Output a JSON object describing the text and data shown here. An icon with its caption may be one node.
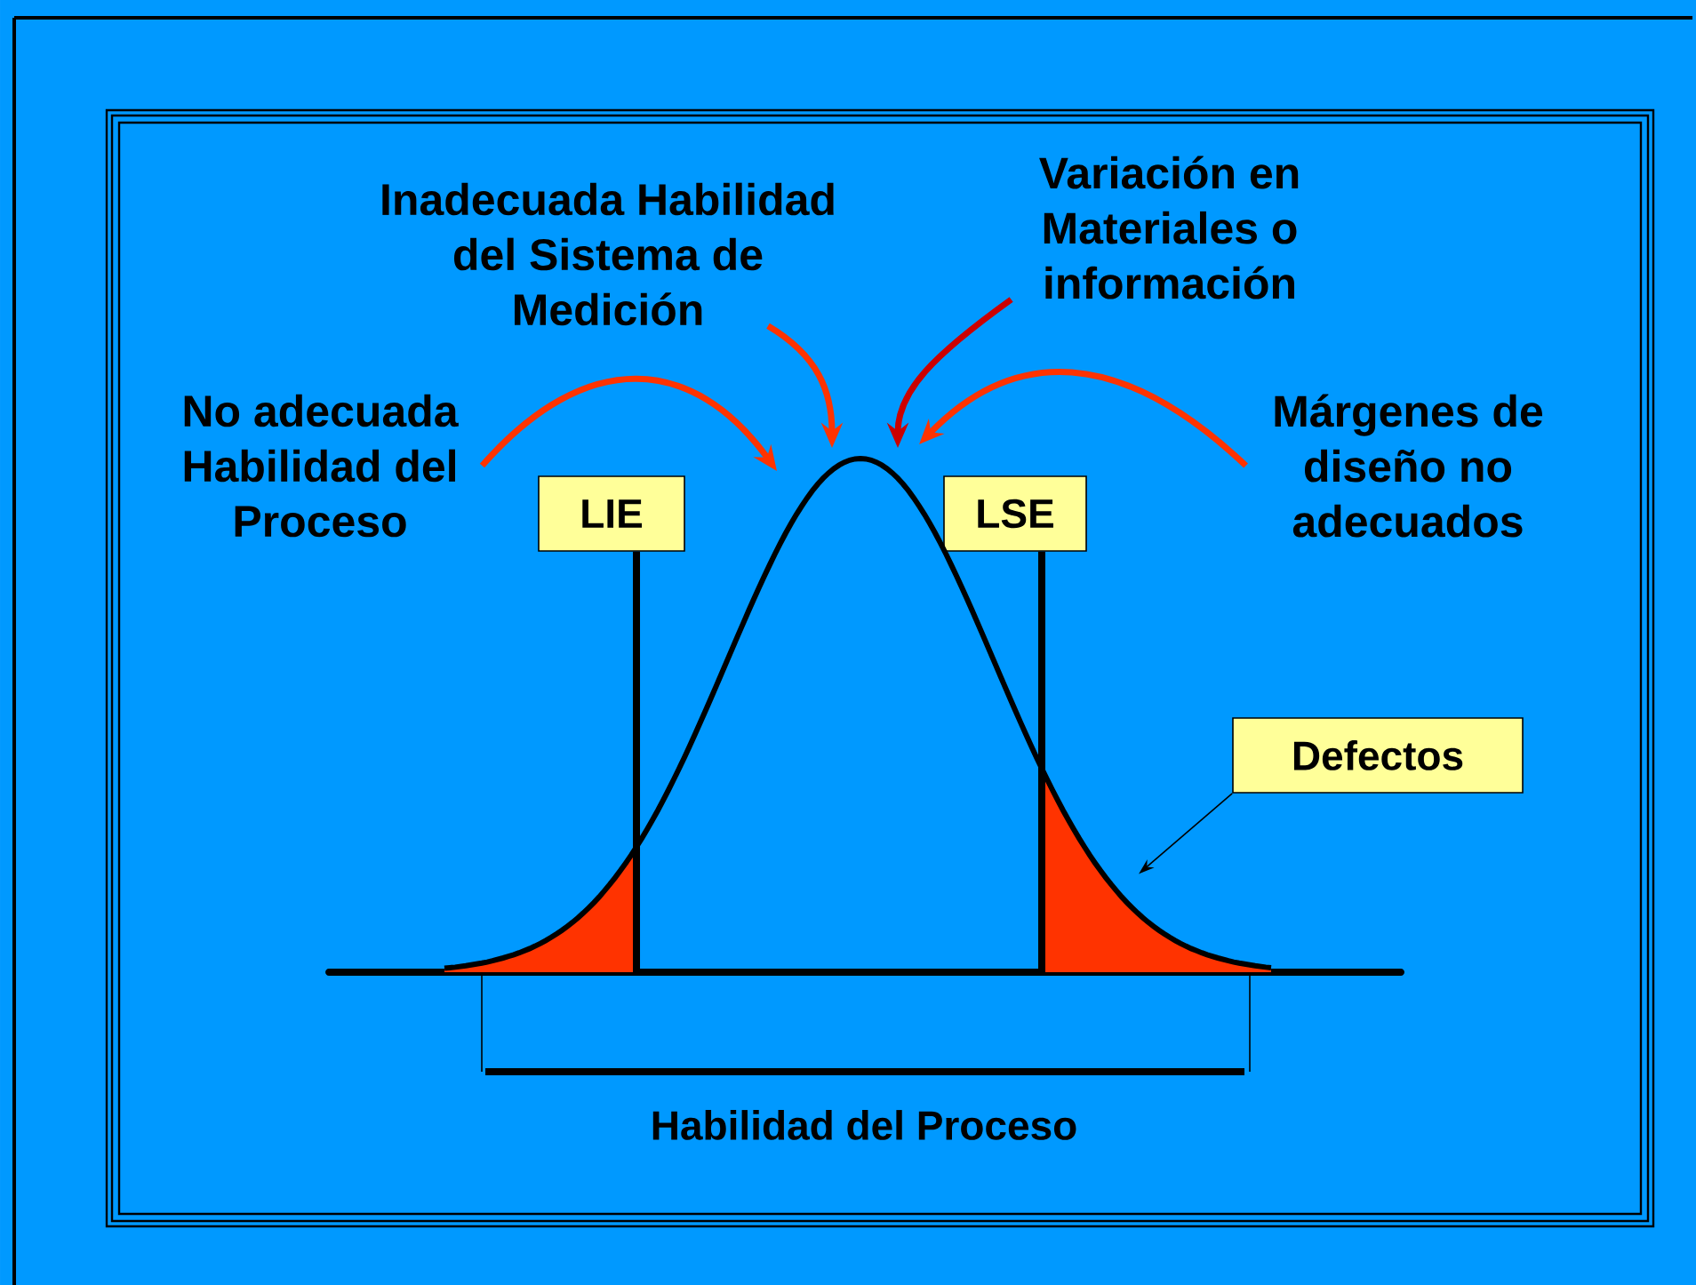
{
  "diagram": {
    "nodes": [
      {
        "text": [
          "No adecuada Habilidad del Proceso"
        ]
      },
      {
        "text": [
          "Inadecuada Habilidad del Sistema de Medición"
        ]
      },
      {
        "text": [
          "Variación en Materiales o información"
        ]
      },
      {
        "text": [
          "Márgenes de diseño no adecuados"
        ]
      },
      {
        "text": [
          "LIE"
        ]
      },
      {
        "text": [
          "LSE"
        ]
      },
      {
        "text": [
          "Defectos"
        ]
      },
      {
        "text": [],
        "shape": "bar"
      },
      {
        "text": [],
        "shape": "picture"
      },
      {
        "text": [],
        "shape": "picture"
      }
    ],
    "edges": [
      {
        "from": 0,
        "to": null,
        "arrow": "to",
        "color": "#ff3300"
      },
      {
        "from": 1,
        "to": null,
        "arrow": "to",
        "color": "#ff3300"
      },
      {
        "from": 2,
        "to": null,
        "arrow": "to",
        "color": "#cc0000"
      },
      {
        "from": 3,
        "to": null,
        "arrow": "to",
        "color": "#ff3300"
      },
      {
        "from": 6,
        "to": 9,
        "arrow": "to",
        "color": "#000000"
      },
      {
        "from": 4,
        "to": 7,
        "arrow": "none",
        "color": "#000000"
      },
      {
        "from": 5,
        "to": 7,
        "arrow": "none",
        "color": "#000000"
      }
    ],
    "labels": [
      "Habilidad del Proceso"
    ]
  }
}
